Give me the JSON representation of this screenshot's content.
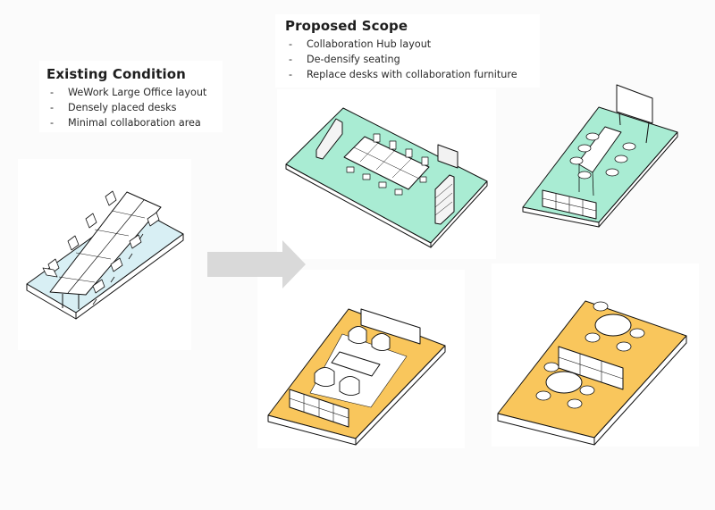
{
  "existing_condition": {
    "title": "Existing Condition",
    "bullets": [
      "WeWork Large Office layout",
      "Densely placed desks",
      "Minimal collaboration area"
    ],
    "bullet_marker": "-"
  },
  "proposed_scope": {
    "title": "Proposed Scope",
    "bullets": [
      "Collaboration Hub layout",
      "De-densify seating",
      "Replace desks with collaboration furniture"
    ],
    "bullet_marker": "-"
  },
  "diagrams": {
    "existing": {
      "label": "existing-office-desks",
      "floor_color": "#d8eff4",
      "furniture": "two rows of benching desks with 8 task chairs"
    },
    "proposed_meeting": {
      "label": "large-meeting-table",
      "floor_color": "#a9ecd3",
      "furniture": "conference table, task chairs, whiteboard, shelving"
    },
    "proposed_standing": {
      "label": "standing-height-table",
      "floor_color": "#a9ecd3",
      "furniture": "high table, stools, mobile whiteboard, cubby shelf"
    },
    "proposed_lounge": {
      "label": "lounge-area",
      "floor_color": "#f9c65c",
      "furniture": "four lounge chairs, coffee table, credenza, cubby shelf"
    },
    "proposed_cafe": {
      "label": "cafe-tables",
      "floor_color": "#f9c65c",
      "furniture": "two round tables, bentwood chairs, divider shelf"
    }
  },
  "arrow": {
    "color": "#d9d9d9",
    "direction": "right"
  }
}
